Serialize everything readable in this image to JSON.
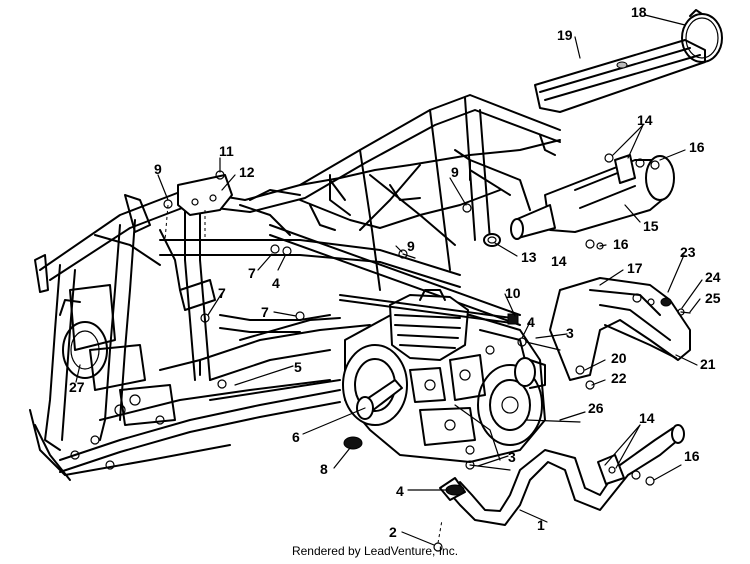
{
  "footer": {
    "credit": "Rendered by LeadVenture, Inc."
  },
  "callouts": {
    "c1": "1",
    "c2": "2",
    "c3a": "3",
    "c3b": "3",
    "c4a": "4",
    "c4b": "4",
    "c4c": "4",
    "c5": "5",
    "c6": "6",
    "c7a": "7",
    "c7b": "7",
    "c7c": "7",
    "c8": "8",
    "c9a": "9",
    "c9b": "9",
    "c9c": "9",
    "c10": "10",
    "c11": "11",
    "c12": "12",
    "c13": "13",
    "c14a": "14",
    "c14b": "14",
    "c14c": "14",
    "c15": "15",
    "c16a": "16",
    "c16b": "16",
    "c16c": "16",
    "c17": "17",
    "c18": "18",
    "c19": "19",
    "c20": "20",
    "c21": "21",
    "c22": "22",
    "c23": "23",
    "c24": "24",
    "c25": "25",
    "c26": "26",
    "c27": "27"
  }
}
